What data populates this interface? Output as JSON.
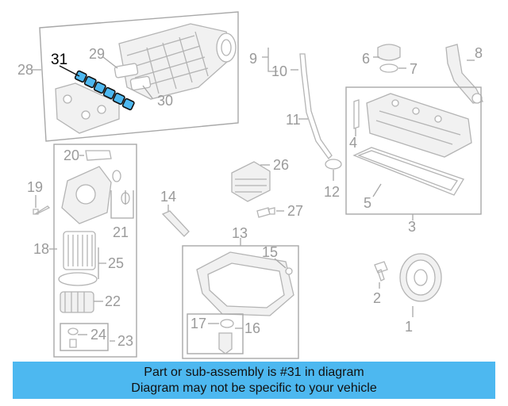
{
  "diagram": {
    "highlighted_part": "31",
    "highlight_color": "#4db8f0",
    "labels": {
      "p1": "1",
      "p2": "2",
      "p3": "3",
      "p4": "4",
      "p5": "5",
      "p6": "6",
      "p7": "7",
      "p8": "8",
      "p9": "9",
      "p10": "10",
      "p11": "11",
      "p12": "12",
      "p13": "13",
      "p14": "14",
      "p15": "15",
      "p16": "16",
      "p17": "17",
      "p18": "18",
      "p19": "19",
      "p20": "20",
      "p21": "21",
      "p22": "22",
      "p23": "23",
      "p24": "24",
      "p25": "25",
      "p26": "26",
      "p27": "27",
      "p28": "28",
      "p29": "29",
      "p30": "30",
      "p31": "31"
    }
  },
  "caption": {
    "line1": "Part or sub-assembly is #31 in diagram",
    "line2": "Diagram may not be specific to your vehicle"
  }
}
